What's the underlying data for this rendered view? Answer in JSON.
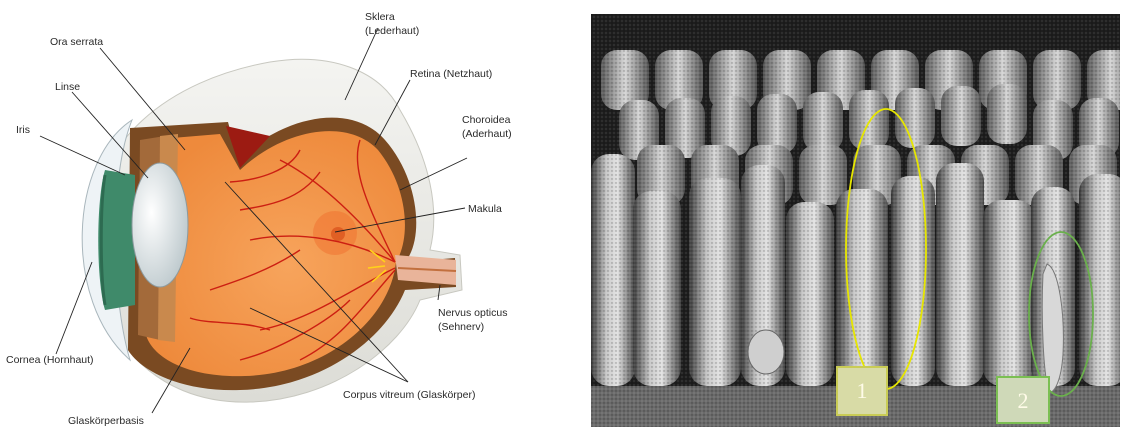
{
  "diagram": {
    "labels": {
      "sklera": "Sklera",
      "sklera_sub": "(Lederhaut)",
      "ora_serrata": "Ora serrata",
      "retina": "Retina (Netzhaut)",
      "linse": "Linse",
      "choroidea": "Choroidea",
      "choroidea_sub": "(Aderhaut)",
      "iris": "Iris",
      "makula": "Makula",
      "nervus": "Nervus opticus",
      "nervus_sub": "(Sehnerv)",
      "cornea": "Cornea (Hornhaut)",
      "corpus": "Corpus vitreum (Glaskörper)",
      "glaskoerperbasis": "Glaskörperbasis"
    }
  },
  "micrograph": {
    "marker_1": "1",
    "marker_2": "2",
    "colors": {
      "marker_1": "#e6e600",
      "marker_2": "#6ab04c"
    }
  }
}
